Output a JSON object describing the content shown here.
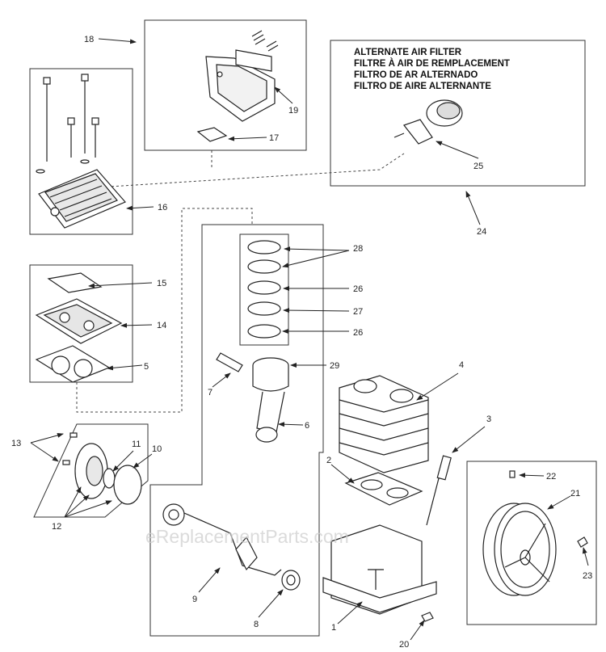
{
  "alternate_air_filter": {
    "lines": [
      "ALTERNATE AIR FILTER",
      "FILTRE À AIR DE REMPLACEMENT",
      "FILTRO DE AR ALTERNADO",
      "FILTRO DE AIRE ALTERNANTE"
    ]
  },
  "watermark": "eReplacementParts.com",
  "callouts": {
    "c1": "1",
    "c2": "2",
    "c3": "3",
    "c4": "4",
    "c5": "5",
    "c6": "6",
    "c7": "7",
    "c8": "8",
    "c9": "9",
    "c10": "10",
    "c11": "11",
    "c12": "12",
    "c13": "13",
    "c14": "14",
    "c15": "15",
    "c16": "16",
    "c17": "17",
    "c18": "18",
    "c19": "19",
    "c20": "20",
    "c21": "21",
    "c22": "22",
    "c23": "23",
    "c24": "24",
    "c25": "25",
    "c26a": "26",
    "c26b": "26",
    "c27": "27",
    "c28": "28",
    "c29": "29"
  }
}
